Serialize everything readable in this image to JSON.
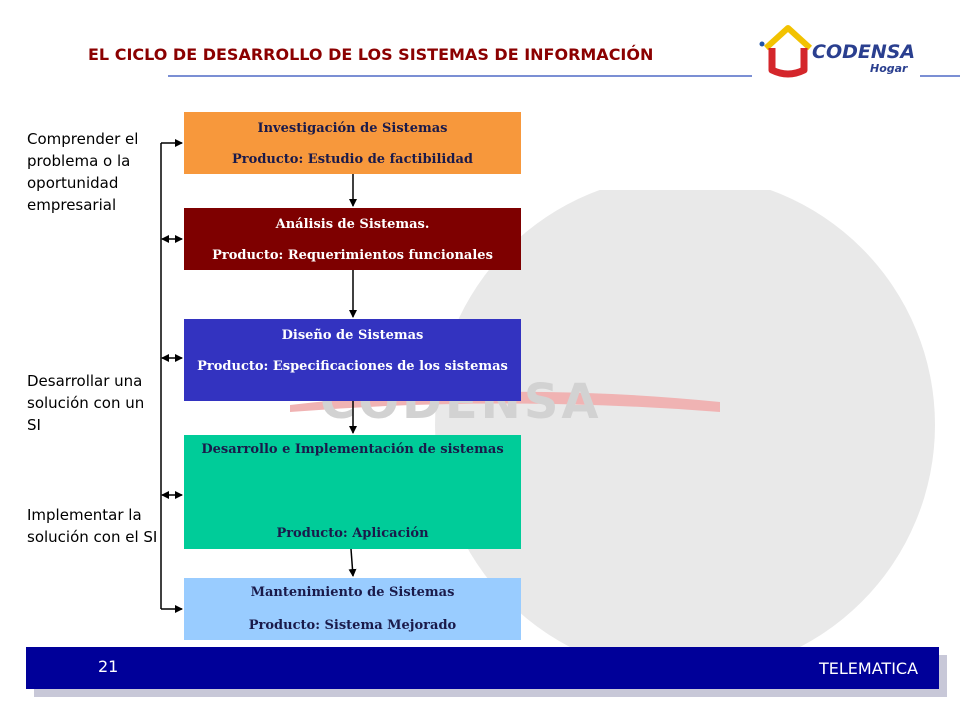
{
  "header": {
    "title": "EL CICLO DE DESARROLLO  DE LOS SISTEMAS DE INFORMACIÓN",
    "logo_text": "CODENSA",
    "logo_subtext": "Hogar"
  },
  "watermark": {
    "text": "CODENSA"
  },
  "phases": [
    {
      "name": "Investigación de Sistemas",
      "product": "Producto: Estudio de factibilidad",
      "color": "#f7983c"
    },
    {
      "name": "Análisis de Sistemas.",
      "product": "Producto: Requerimientos funcionales",
      "color": "#7e0000"
    },
    {
      "name": "Diseño de Sistemas",
      "product": "Producto: Especificaciones de los sistemas",
      "color": "#3333c0"
    },
    {
      "name": "Desarrollo e Implementación de sistemas",
      "product": "Producto: Aplicación",
      "color": "#00cc99"
    },
    {
      "name": "Mantenimiento de Sistemas",
      "product": "Producto: Sistema Mejorado",
      "color": "#99ccff"
    }
  ],
  "side_labels": [
    "Comprender el problema o la oportunidad empresarial",
    "Desarrollar una solución con un SI",
    "Implementar la solución con el SI"
  ],
  "footer": {
    "page_number": "21",
    "course": "TELEMATICA",
    "bar_color": "#000099"
  }
}
